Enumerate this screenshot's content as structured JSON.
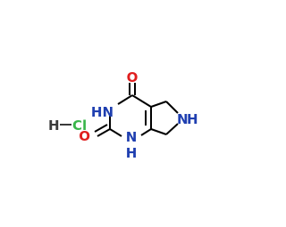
{
  "molecule": {
    "atoms": {
      "o_top": "O",
      "o_left": "O",
      "nh_upper": "HN",
      "nh_lower_n": "N",
      "nh_lower_h": "H",
      "nh_ring5_n": "N",
      "nh_ring5_h": "H",
      "hcl_h": "H",
      "hcl_cl": "Cl"
    },
    "colors": {
      "carbon": "#000000",
      "oxygen": "#e01e1e",
      "nitrogen": "#1f3fb0",
      "hydrogen": "#3a3a3a",
      "chlorine": "#39b54a"
    }
  }
}
